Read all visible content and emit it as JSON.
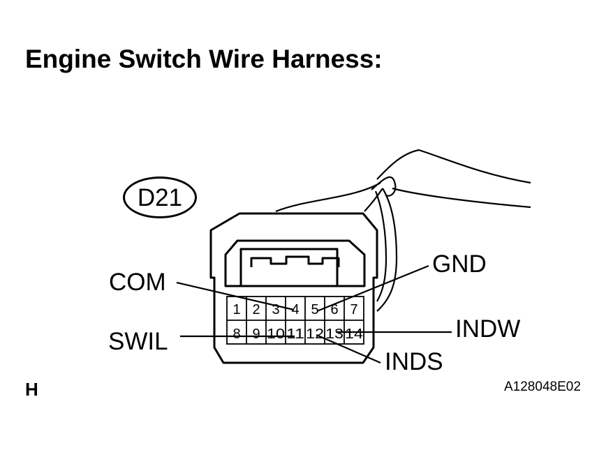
{
  "title": "Engine Switch Wire Harness:",
  "connector": {
    "id": "D21",
    "pins_row1": [
      "1",
      "2",
      "3",
      "4",
      "5",
      "6",
      "7"
    ],
    "pins_row2": [
      "8",
      "9",
      "10",
      "11",
      "12",
      "13",
      "14"
    ]
  },
  "terminals": {
    "com": "COM",
    "gnd": "GND",
    "swil": "SWIL",
    "indw": "INDW",
    "inds": "INDS"
  },
  "footer": {
    "view_code": "H",
    "figure_id": "A128048E02"
  }
}
